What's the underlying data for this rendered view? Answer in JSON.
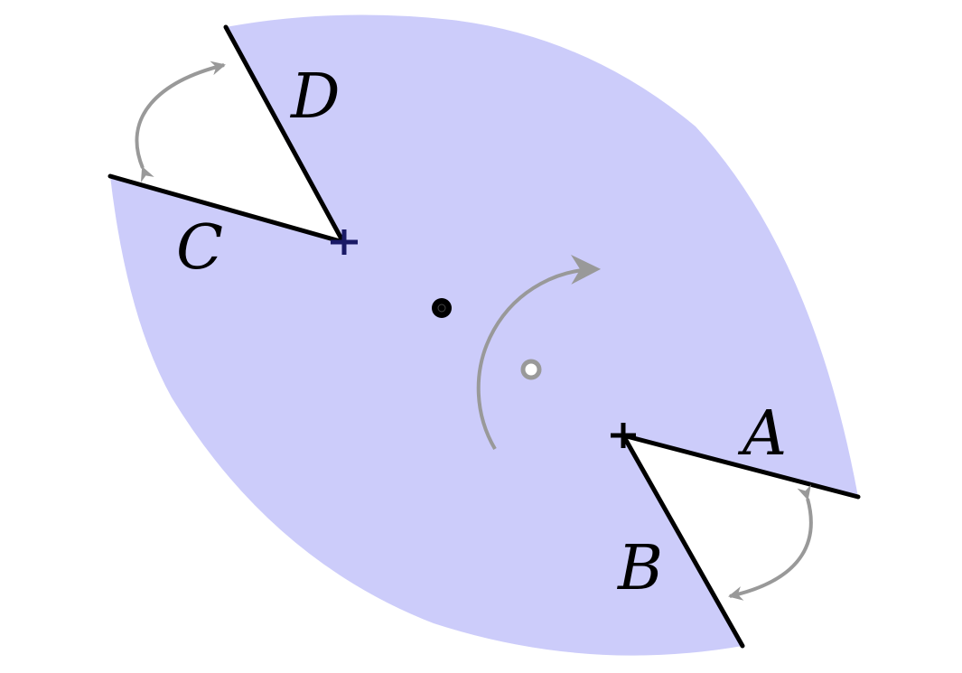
{
  "labels": {
    "a": "A",
    "b": "B",
    "c": "C",
    "d": "D"
  },
  "colors": {
    "region_fill": "#ccccfa",
    "edge_stroke": "#000000",
    "arrow_stroke": "#999999",
    "center_point": "#000000",
    "secondary_point": "#999999"
  }
}
